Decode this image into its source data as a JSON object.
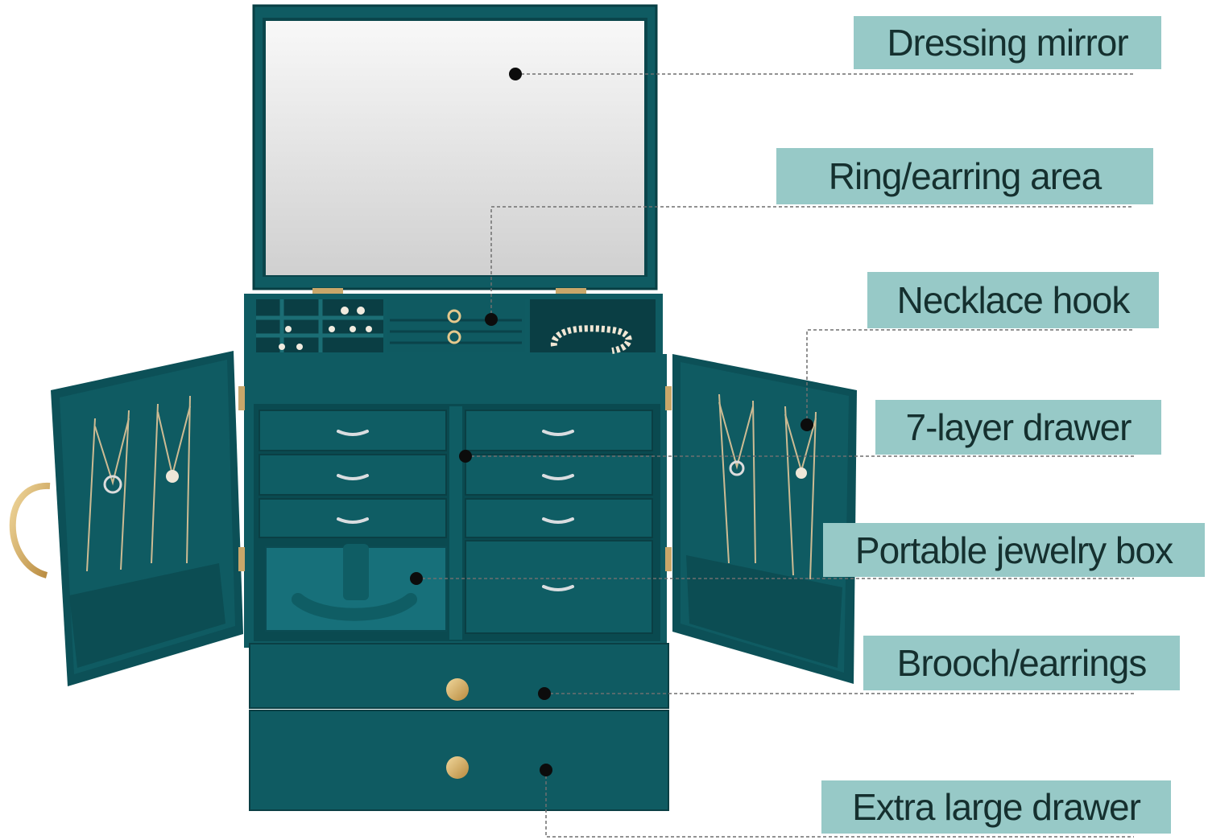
{
  "labels": {
    "dressing_mirror": "Dressing mirror",
    "ring_earring_area": "Ring/earring area",
    "necklace_hook": "Necklace hook",
    "seven_layer_drawer": "7-layer drawer",
    "portable_jewelry_box": "Portable jewelry box",
    "brooch_earrings": "Brooch/earrings",
    "extra_large_drawer": "Extra large drawer"
  },
  "colors": {
    "teal_body": "#0f5b62",
    "teal_dark": "#0a454b",
    "teal_light": "#1c7077",
    "label_bg": "#97c9c7",
    "label_text": "#15302f",
    "mirror_top": "#f7f7f7",
    "mirror_bottom": "#d2d2d2",
    "gold": "#d7b26a",
    "silver": "#d9dde0"
  }
}
